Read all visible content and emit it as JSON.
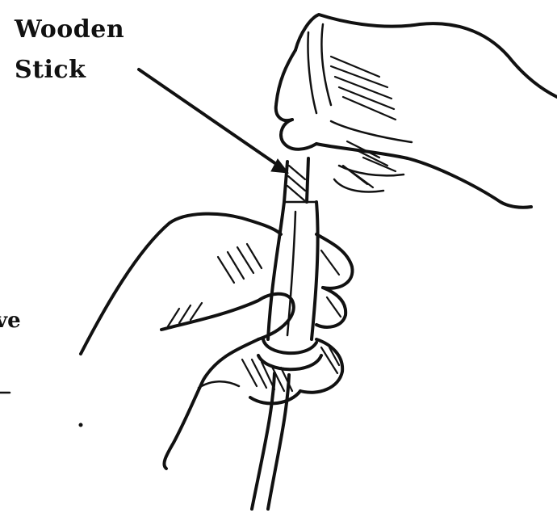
{
  "labels": {
    "wooden": "Wooden",
    "stick": "Stick",
    "partial_left": "ve"
  },
  "icons": {
    "illustration": "hands-holding-tube-with-wooden-stick",
    "arrow": "pointer-arrow"
  },
  "colors": {
    "ink": "#111111",
    "paper": "#ffffff"
  }
}
